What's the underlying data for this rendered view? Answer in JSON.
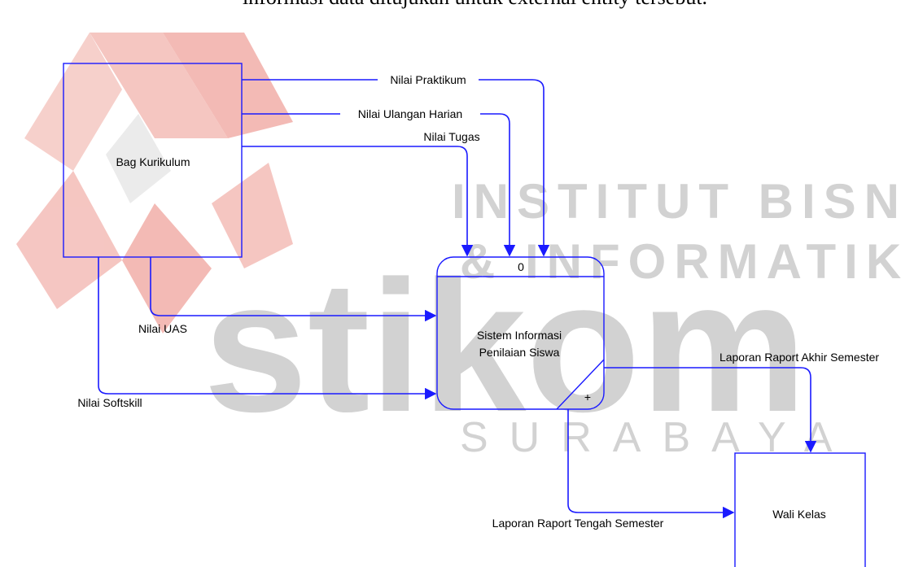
{
  "document": {
    "body_text": "informasi data ditujukan untuk external entity tersebut."
  },
  "watermark": {
    "line1": "INSTITUT BISNIS",
    "line2": "& INFORMATIKA",
    "line3": "stikom",
    "line4": "SURABAYA"
  },
  "diagram": {
    "external_entities": [
      {
        "name": "Bag Kurikulum"
      },
      {
        "name": "Wali Kelas"
      }
    ],
    "process": {
      "number": "0",
      "name_line1": "Sistem Informasi",
      "name_line2": "Penilaian Siswa",
      "decomposition_marker": "+"
    },
    "flows": [
      {
        "label": "Nilai Praktikum"
      },
      {
        "label": "Nilai Ulangan Harian"
      },
      {
        "label": "Nilai Tugas"
      },
      {
        "label": "Nilai UAS"
      },
      {
        "label": "Nilai Softskill"
      },
      {
        "label": "Laporan Raport Akhir Semester"
      },
      {
        "label": "Laporan Raport Tengah Semester"
      }
    ]
  },
  "colors": {
    "flow_line": "#1a1aff",
    "watermark_red": "#f2b9b4",
    "watermark_gray": "#d2d2d2"
  }
}
